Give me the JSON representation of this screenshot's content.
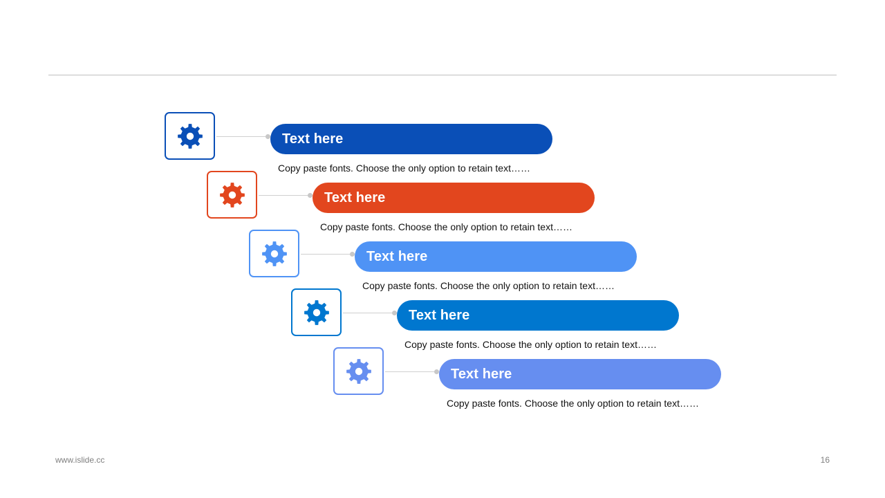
{
  "steps": [
    {
      "title": "Text here",
      "description": "Copy paste fonts. Choose the only option to retain text……",
      "color": "#0a4fb7",
      "icon": "gear-icon"
    },
    {
      "title": "Text here",
      "description": "Copy paste fonts. Choose the only option to retain text……",
      "color": "#e2461e",
      "icon": "gear-icon"
    },
    {
      "title": "Text here",
      "description": "Copy paste fonts. Choose the only option to retain text……",
      "color": "#4f93f5",
      "icon": "gear-icon"
    },
    {
      "title": "Text here",
      "description": "Copy paste fonts. Choose the only option to retain text……",
      "color": "#0077cf",
      "icon": "gear-icon"
    },
    {
      "title": "Text here",
      "description": "Copy paste fonts. Choose the only option to retain text……",
      "color": "#668ef0",
      "icon": "gear-icon"
    }
  ],
  "footer": {
    "website": "www.islide.cc",
    "page_number": "16"
  }
}
